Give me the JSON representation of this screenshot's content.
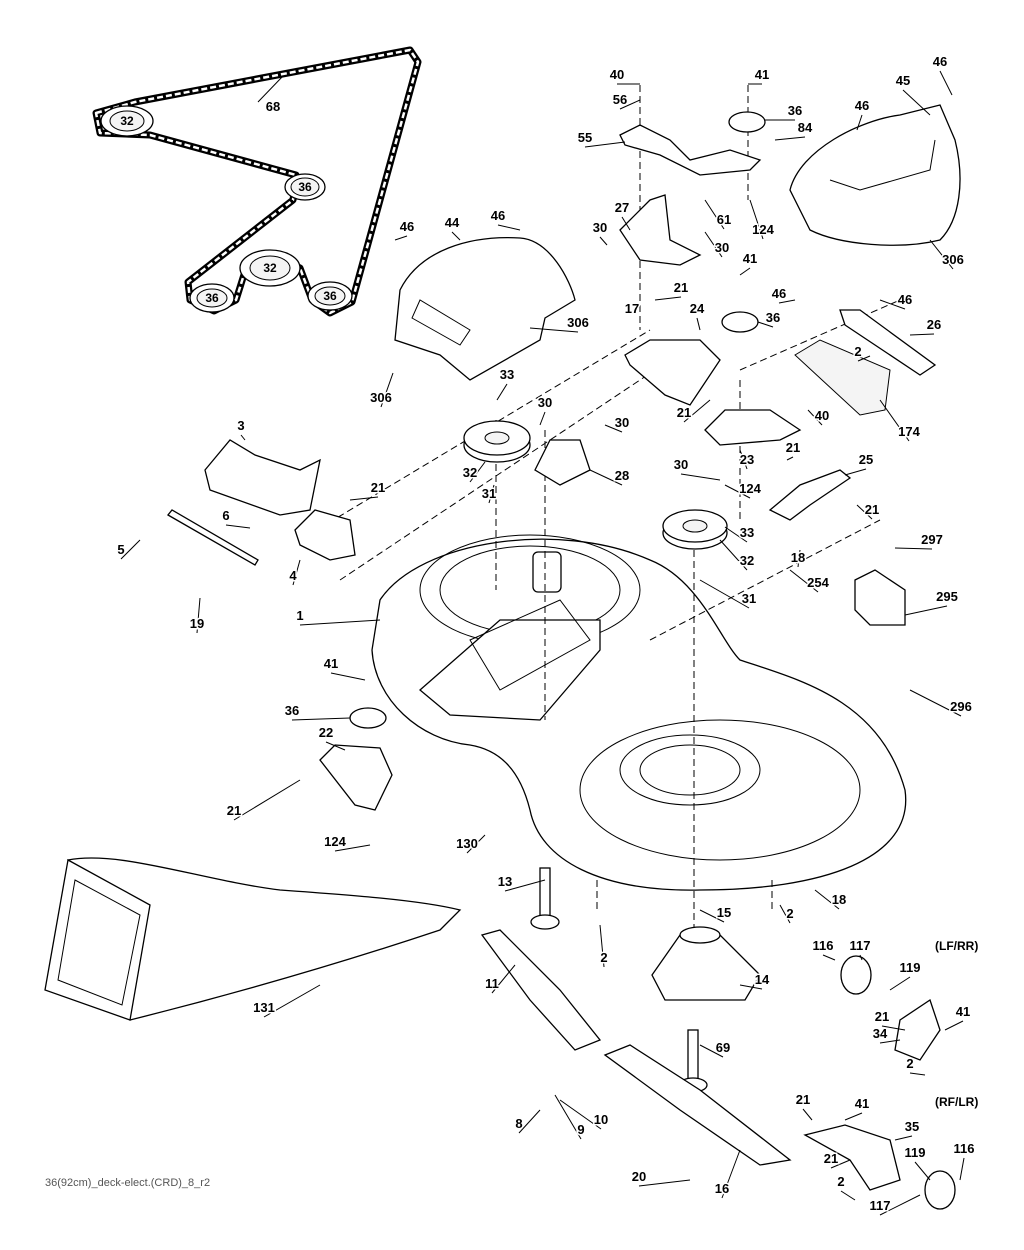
{
  "caption": "36(92cm)_deck-elect.(CRD)_8_r2",
  "belt_pulleys": [
    "32",
    "36",
    "32",
    "36",
    "36"
  ],
  "belt_label": "68",
  "side_labels": {
    "front": "(LF/RR)",
    "rear": "(RF/LR)"
  },
  "part_labels": [
    "40",
    "56",
    "41",
    "36",
    "84",
    "46",
    "45",
    "46",
    "55",
    "61",
    "124",
    "30",
    "27",
    "30",
    "41",
    "306",
    "46",
    "44",
    "46",
    "306",
    "17",
    "21",
    "24",
    "36",
    "46",
    "46",
    "26",
    "2",
    "306",
    "33",
    "30",
    "30",
    "21",
    "40",
    "174",
    "3",
    "21",
    "32",
    "28",
    "23",
    "21",
    "25",
    "31",
    "30",
    "124",
    "21",
    "6",
    "5",
    "4",
    "33",
    "32",
    "18",
    "297",
    "254",
    "31",
    "19",
    "295",
    "1",
    "41",
    "36",
    "296",
    "22",
    "21",
    "124",
    "130",
    "13",
    "18",
    "15",
    "2",
    "2",
    "131",
    "11",
    "14",
    "116",
    "117",
    "119",
    "21",
    "41",
    "34",
    "69",
    "2",
    "10",
    "8",
    "9",
    "21",
    "41",
    "35",
    "20",
    "16",
    "21",
    "119",
    "116",
    "2",
    "117"
  ]
}
